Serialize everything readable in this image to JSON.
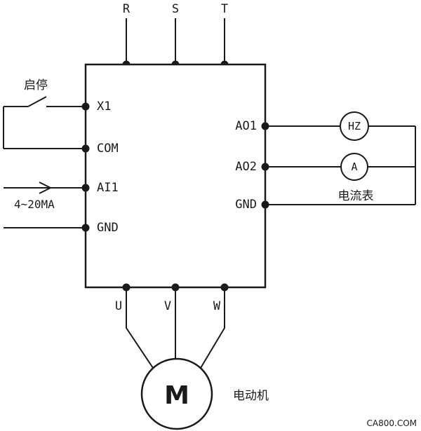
{
  "inverter": {
    "top_terminals": [
      "R",
      "S",
      "T"
    ],
    "left_terminals": [
      "X1",
      "COM",
      "AI1",
      "GND"
    ],
    "right_terminals": [
      "AO1",
      "AO2",
      "GND"
    ],
    "bottom_terminals": [
      "U",
      "V",
      "W"
    ]
  },
  "labels": {
    "start_stop": "启停",
    "signal_range": "4~20MA",
    "freq_meter": "HZ",
    "current_meter": "A",
    "current_meter_caption": "电流表",
    "motor_symbol": "M",
    "motor_caption": "电动机"
  },
  "watermark": "CA800.COM",
  "colors": {
    "line": "#1a1a1a",
    "background": "#ffffff",
    "watermark": "#c9c9c9"
  }
}
